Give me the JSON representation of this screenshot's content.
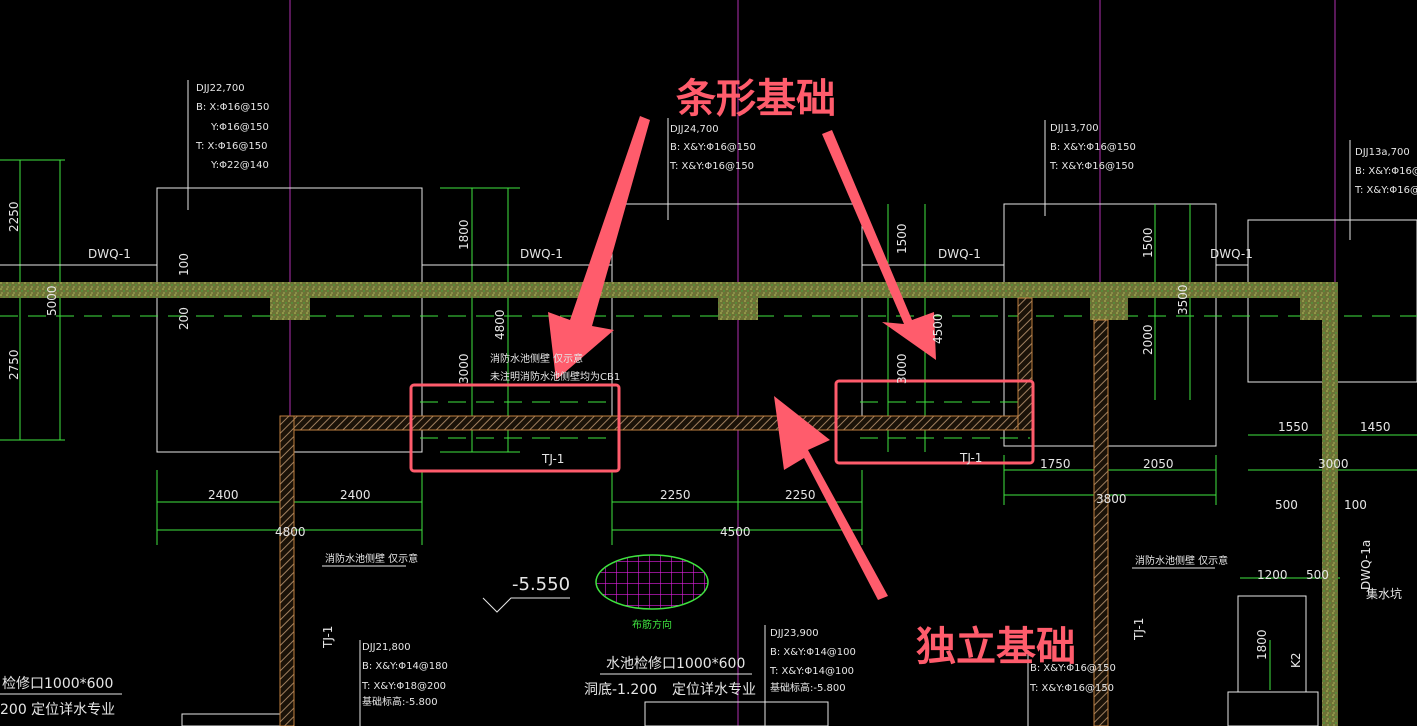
{
  "annotations": {
    "strip_foundation": "条形基础",
    "isolated_foundation": "独立基础"
  },
  "wall_labels": [
    "DWQ-1",
    "DWQ-1",
    "DWQ-1",
    "DWQ-1",
    "DWQ-1a"
  ],
  "foundation_tags": [
    "TJ-1",
    "TJ-1",
    "TJ-1",
    "TJ-1"
  ],
  "footings": [
    {
      "id": "DJJ22,700",
      "lines": [
        "B: X:Φ16@150",
        "Y:Φ16@150",
        "T: X:Φ16@150",
        "Y:Φ22@140"
      ]
    },
    {
      "id": "DJJ24,700",
      "lines": [
        "B: X&Y:Φ16@150",
        "T: X&Y:Φ16@150"
      ]
    },
    {
      "id": "DJJ13,700",
      "lines": [
        "B: X&Y:Φ16@150",
        "T: X&Y:Φ16@150"
      ]
    },
    {
      "id": "DJJ13a,700",
      "lines": [
        "B: X&Y:Φ16@",
        "T: X&Y:Φ16@"
      ]
    },
    {
      "id": "DJJ21,800",
      "lines": [
        "B: X&Y:Φ14@180",
        "T: X&Y:Φ18@200",
        "基础标高:-5.800"
      ]
    },
    {
      "id": "DJJ23,900",
      "lines": [
        "B: X&Y:Φ14@100",
        "T: X&Y:Φ14@100",
        "基础标高:-5.800"
      ]
    },
    {
      "id": "",
      "lines": [
        "B: X&Y:Φ16@150",
        "T: X&Y:Φ16@150"
      ]
    }
  ],
  "dimensions": {
    "left_vertical": [
      "2250",
      "5000",
      "2750"
    ],
    "col1": [
      "100",
      "200"
    ],
    "bottom_left": [
      "2400",
      "2400",
      "4800"
    ],
    "bottom_mid": [
      "2250",
      "2250",
      "4500"
    ],
    "mid_vertical": [
      "1800",
      "4800",
      "3000"
    ],
    "right_vertical_a": [
      "1500",
      "4500",
      "3000"
    ],
    "right_vertical_b": [
      "1500",
      "3500",
      "2000"
    ],
    "right_bottom": [
      "1750",
      "2050",
      "3800"
    ],
    "far_right": [
      "1550",
      "1450",
      "3000",
      "500",
      "100",
      "1200",
      "500",
      "1800"
    ]
  },
  "notes": {
    "pool_wall_1": "消防水池侧壁 仅示意",
    "pool_wall_1b": "未注明消防水池侧壁均为CB1",
    "pool_wall_2": "消防水池侧壁 仅示意",
    "pool_wall_3": "消防水池侧壁 仅示意",
    "elevation": "-5.550",
    "hatch_label": "布筋方向",
    "manhole": "水池检修口1000*600",
    "hole_bottom": "洞底-1.200",
    "locate": "定位详水专业",
    "left_manhole": "检修口1000*600",
    "left_locate": "200 定位详水专业",
    "sump": "集水坑",
    "k2": "K2"
  },
  "colors": {
    "background": "#000000",
    "wall_fill": "#8a8a3a",
    "dimension": "#3fe33f",
    "grid_line": "#c040c0",
    "highlight": "#ff5c6c"
  }
}
